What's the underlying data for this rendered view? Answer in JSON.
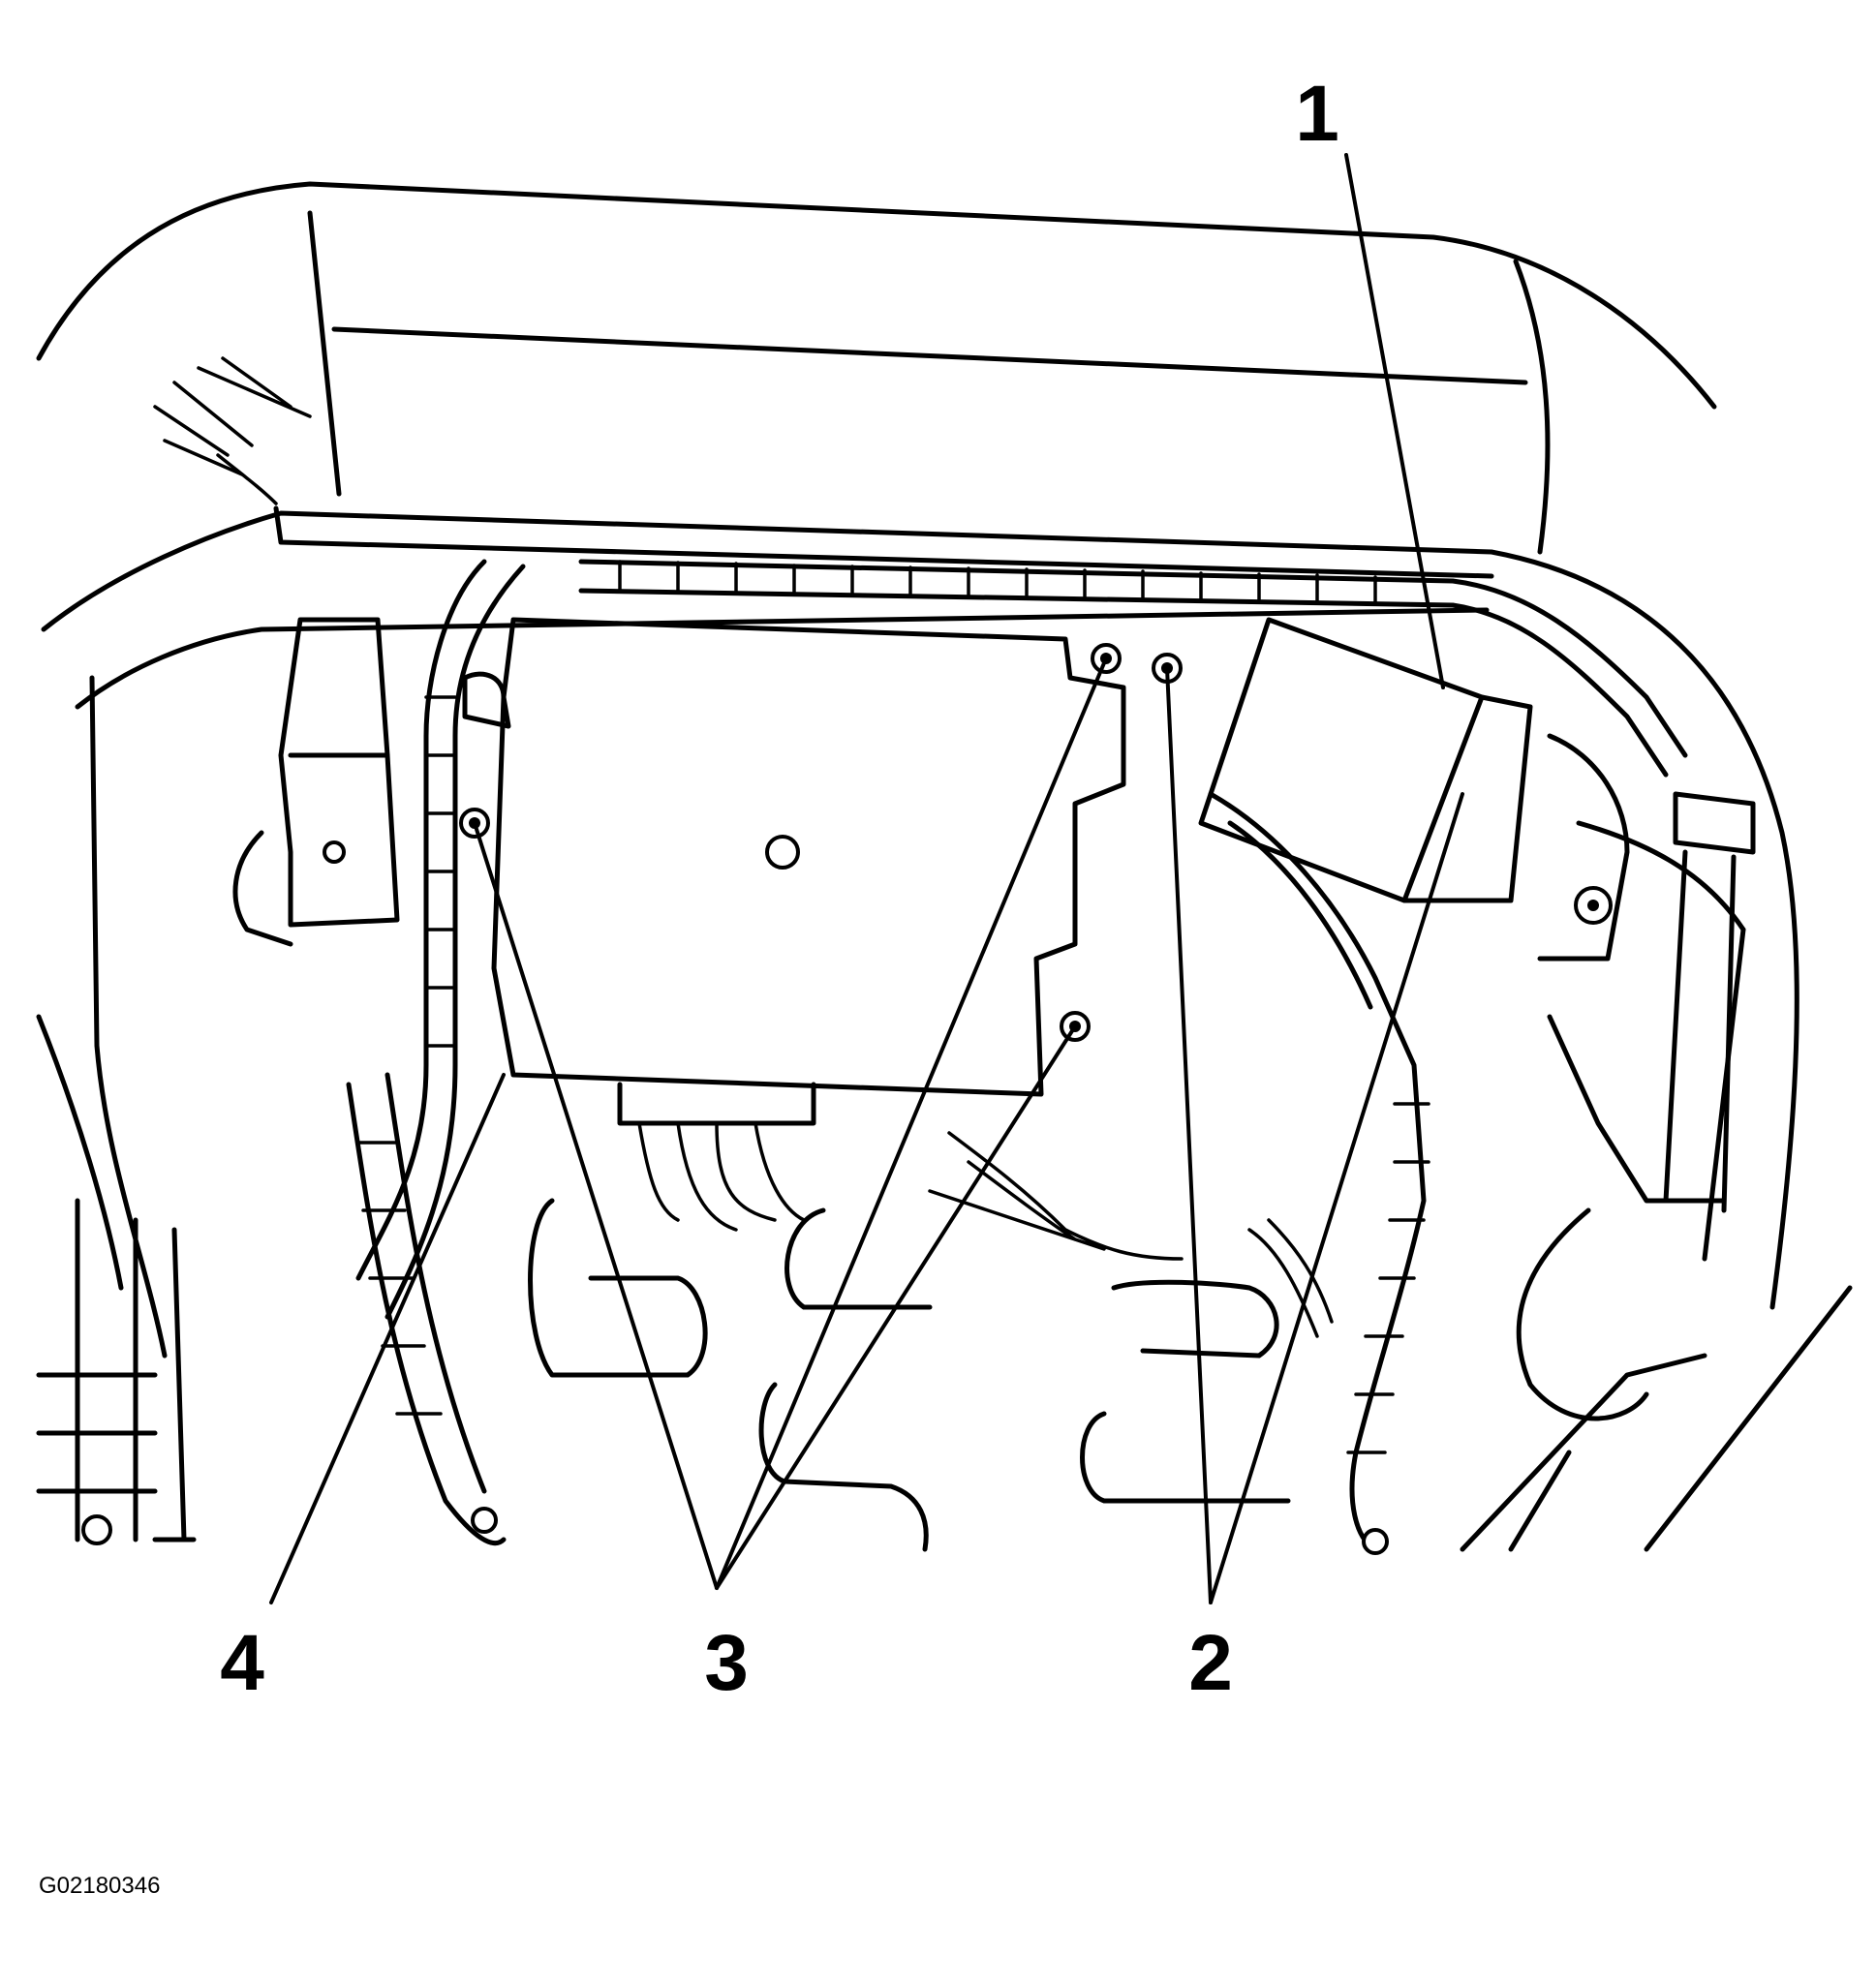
{
  "callouts": [
    {
      "id": "1",
      "label": "1"
    },
    {
      "id": "2",
      "label": "2"
    },
    {
      "id": "3",
      "label": "3"
    },
    {
      "id": "4",
      "label": "4"
    }
  ],
  "figure_id": "G02180346",
  "colors": {
    "line": "#000000",
    "background": "#ffffff"
  }
}
